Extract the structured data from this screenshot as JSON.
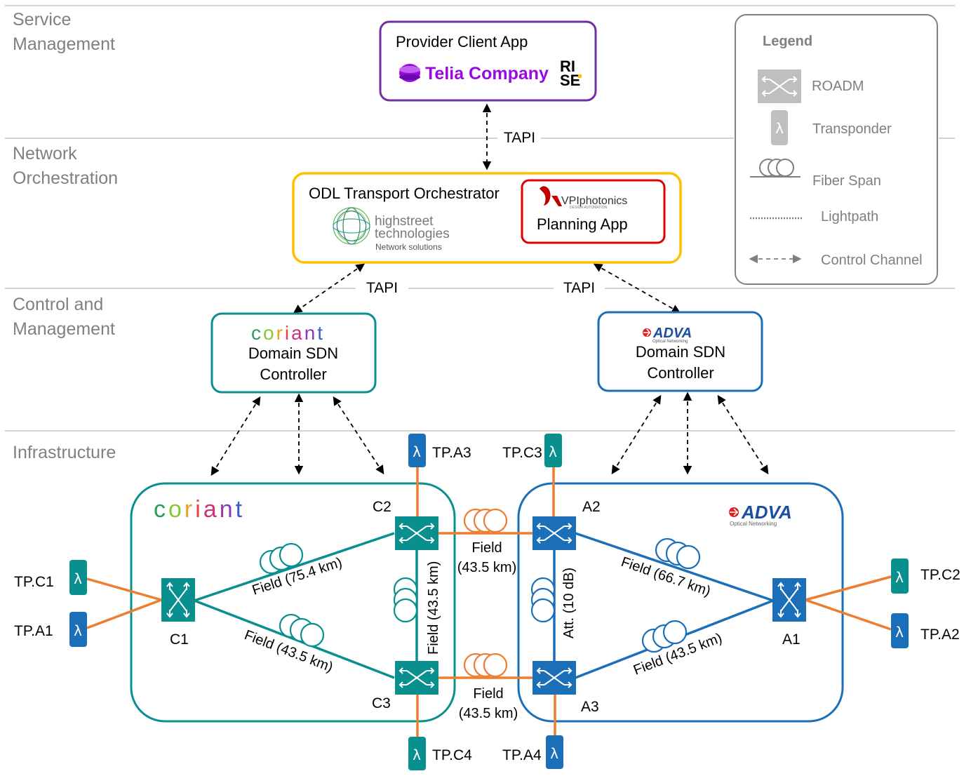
{
  "layers": {
    "service": [
      "Service",
      "Management"
    ],
    "orchestration": [
      "Network",
      "Orchestration"
    ],
    "control": [
      "Control and",
      "Management"
    ],
    "infrastructure": "Infrastructure"
  },
  "provider": {
    "title": "Provider Client App",
    "logo_telia": "Telia Company",
    "logo_rise": [
      "RI",
      "SE"
    ]
  },
  "orchestrator": {
    "title": "ODL Transport Orchestrator",
    "hs_logo": [
      "highstreet",
      "technologies",
      "Network solutions"
    ],
    "vpi_logo": "VPIphotonics",
    "vpi_sub": "DESIGN AUTOMATION",
    "planning": "Planning App"
  },
  "tapi": [
    "TAPI",
    "TAPI",
    "TAPI"
  ],
  "coriant_ctrl": {
    "logo": [
      "c",
      "o",
      "r",
      "i",
      "a",
      "n",
      "t"
    ],
    "line1": "Domain SDN",
    "line2": "Controller"
  },
  "adva_ctrl": {
    "logo": "ADVA",
    "logo_sub": "Optical Networking",
    "line1": "Domain SDN",
    "line2": "Controller"
  },
  "legend": {
    "title": "Legend",
    "roadm": "ROADM",
    "transponder": "Transponder",
    "fiber": "Fiber Span",
    "lightpath": "Lightpath",
    "control": "Control Channel",
    "lambda": "λ"
  },
  "nodes": {
    "C1": "C1",
    "C2": "C2",
    "C3": "C3",
    "A1": "A1",
    "A2": "A2",
    "A3": "A3"
  },
  "transponders": {
    "TPC1": "TP.C1",
    "TPA1": "TP.A1",
    "TPA3": "TP.A3",
    "TPC3": "TP.C3",
    "TPC4": "TP.C4",
    "TPA4": "TP.A4",
    "TPC2": "TP.C2",
    "TPA2": "TP.A2",
    "lambda": "λ"
  },
  "links": {
    "c1_c2": "Field (75.4 km)",
    "c1_c3": "Field (43.5 km)",
    "c2_c3": "Field (43.5 km)",
    "c2_a2": [
      "Field",
      "(43.5 km)"
    ],
    "c3_a3": [
      "Field",
      "(43.5 km)"
    ],
    "a2_a3": "Att. (10 dB)",
    "a2_a1": "Field (66.7 km)",
    "a3_a1": "Field (43.5 km)"
  },
  "infra_logos": {
    "coriant": [
      "c",
      "o",
      "r",
      "i",
      "a",
      "n",
      "t"
    ],
    "adva": "ADVA",
    "adva_sub": "Optical Networking"
  },
  "colors": {
    "teal": "#0a8f8f",
    "blue": "#1a6fb8",
    "orange": "#ed7d31",
    "purple": "#7030a0",
    "gold": "#ffc000",
    "red": "#e00000"
  }
}
